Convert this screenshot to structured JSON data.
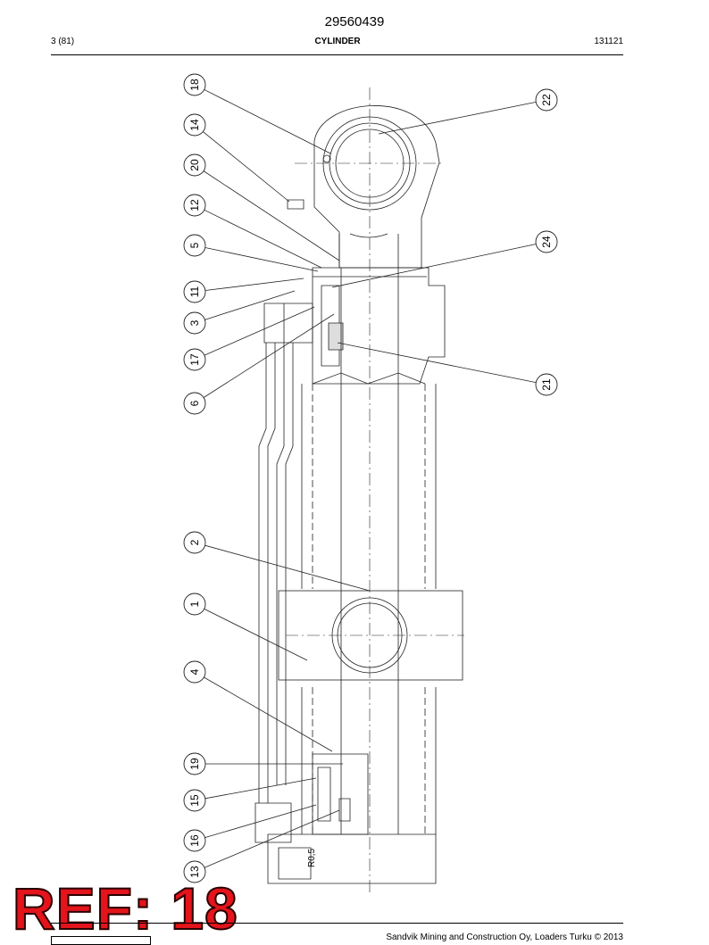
{
  "header": {
    "document_number": "29560439",
    "page": "3 (81)",
    "title": "CYLINDER",
    "date_code": "131121"
  },
  "drawing": {
    "callouts": [
      "18",
      "14",
      "20",
      "12",
      "5",
      "11",
      "3",
      "17",
      "6",
      "22",
      "24",
      "21",
      "2",
      "1",
      "4",
      "19",
      "15",
      "16",
      "13"
    ],
    "stamp_text": "R0,5"
  },
  "reference": {
    "label": "REF: 18"
  },
  "footer": {
    "copyright": "Sandvik Mining and Construction Oy, Loaders Turku © 2013"
  }
}
